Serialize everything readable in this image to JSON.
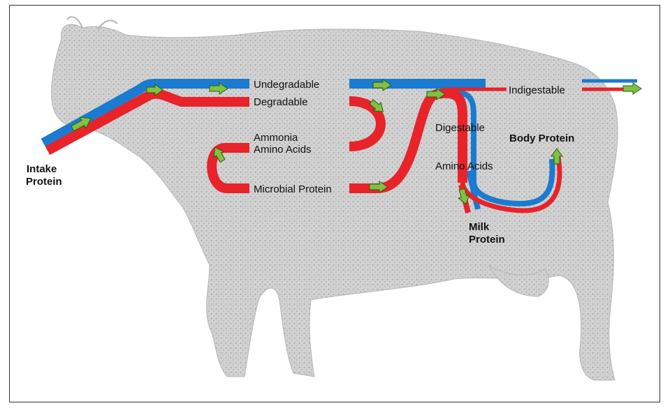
{
  "colors": {
    "undegradable_path": "#1a7bd1",
    "degradable_path": "#e8232a",
    "flow_arrow": "#7fc241",
    "flow_arrow_outline": "#2f5a14",
    "cow_silhouette": "#c8c8c8",
    "cow_texture": "#9a9a9a"
  },
  "labels": {
    "intake_line1": "Intake",
    "intake_line2": "Protein",
    "undegradable": "Undegradable",
    "degradable": "Degradable",
    "ammonia": "Ammonia",
    "amino_acids_rumen": "Amino Acids",
    "microbial_protein": "Microbial Protein",
    "indigestable": "Indigestable",
    "digestable": "Digestable",
    "amino_acids_intestine": "Amino Acids",
    "body_protein": "Body Protein",
    "milk_line1": "Milk",
    "milk_line2": "Protein"
  },
  "icons": {
    "cow": "cow-silhouette-icon",
    "flow": "flow-arrow-icon"
  }
}
